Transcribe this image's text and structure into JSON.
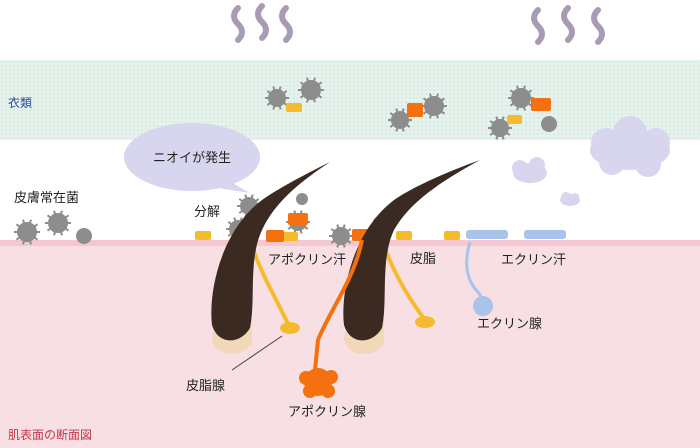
{
  "labels": {
    "clothing": "衣類",
    "odor_bubble": "ニオイが発生",
    "skin_bacteria": "皮膚常在菌",
    "decomposition": "分解",
    "apocrine_sweat": "アポクリン汗",
    "sebum": "皮脂",
    "eccrine_sweat": "エクリン汗",
    "sebaceous_gland": "皮脂腺",
    "apocrine_gland": "アポクリン腺",
    "eccrine_gland": "エクリン腺",
    "skin_cross_section": "肌表面の断面図"
  },
  "colors": {
    "clothing_band": "#e6f2ec",
    "skin": "#f7dfe4",
    "skin_surface": "#f3c9cf",
    "hair": "#3a2a22",
    "bacteria": "#8d8d8d",
    "sebum": "#f5bb2e",
    "apocrine": "#f5700f",
    "eccrine": "#a9c3eb",
    "odor_wave": "#a99ab5",
    "cloud": "#d8d6ee",
    "label_blue": "#2a4f9a",
    "label_red": "#c03a4a"
  },
  "icons": [
    "odor-wave-icon",
    "bacteria-icon",
    "sebum-droplet-icon",
    "apocrine-droplet-icon",
    "odor-cloud-icon",
    "speech-bubble-icon"
  ]
}
